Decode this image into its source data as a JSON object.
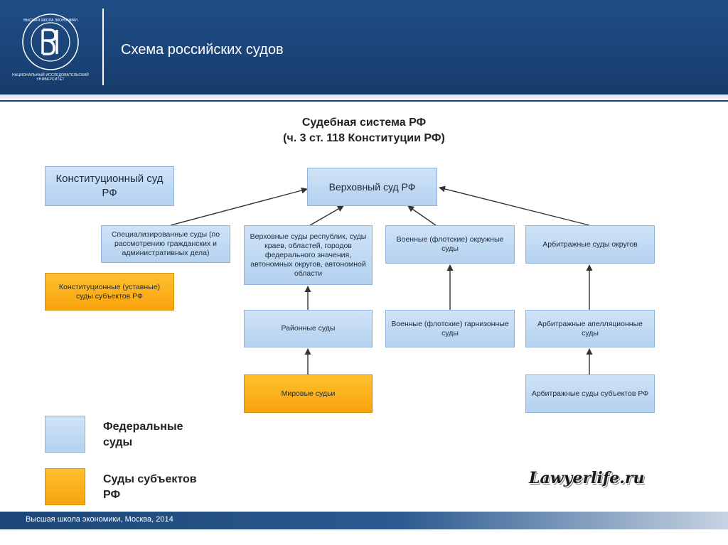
{
  "header": {
    "logo_caption": "НАЦИОНАЛЬНЫЙ ИССЛЕДОВАТЕЛЬСКИЙ УНИВЕРСИТЕТ",
    "title": "Схема российских судов"
  },
  "diagram": {
    "title_line1": "Судебная система РФ",
    "title_line2": "(ч. 3 ст. 118 Конституции РФ)",
    "boxes": {
      "constitutional": "Конституционный суд РФ",
      "supreme": "Верховный суд РФ",
      "specialized": "Специализированные суды (по рассмотрению гражданских и административных дела)",
      "regional": "Верховные суды республик, суды краев, областей, городов федерального значения, автономных округов, автономной области",
      "military_district": "Военные (флотские) окружные суды",
      "arbitration_district": "Арбитражные суды округов",
      "constitutional_subjects": "Конституционные (уставные) суды субъектов РФ",
      "district": "Районные суды",
      "military_garrison": "Военные (флотские) гарнизонные суды",
      "arbitration_appeal": "Арбитражные апелляционные суды",
      "magistrates": "Мировые судьи",
      "arbitration_subjects": "Арбитражные суды субъектов РФ"
    }
  },
  "legend": {
    "federal_label": "Федеральные суды",
    "subjects_label": "Суды субъектов РФ"
  },
  "watermark": "Lawyerlife.ru",
  "footer": {
    "text": "Высшая школа экономики, Москва, 2014"
  },
  "colors": {
    "header_blue": "#1b4478",
    "federal_blue": "#c3dbf3",
    "subject_orange": "#f9ad17"
  }
}
